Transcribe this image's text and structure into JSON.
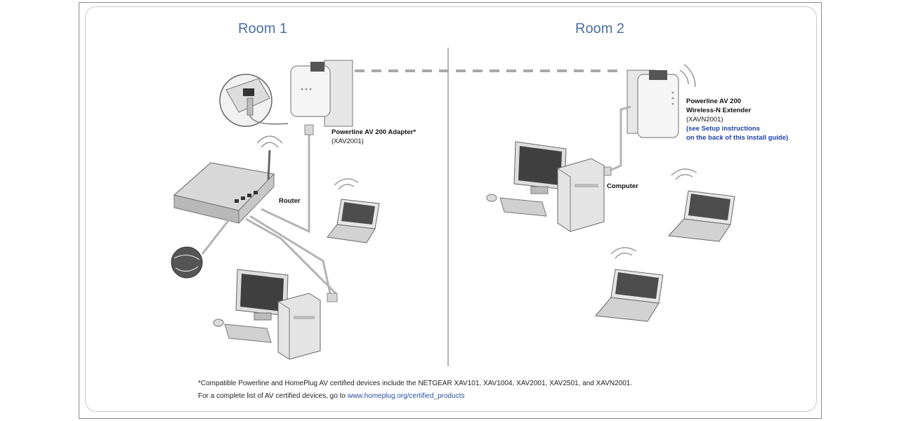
{
  "rooms": {
    "room1": "Room 1",
    "room2": "Room 2"
  },
  "labels": {
    "adapter_name": "Powerline AV 200 Adapter*",
    "adapter_model": "(XAV2001)",
    "router": "Router",
    "extender_line1": "Powerline AV 200",
    "extender_line2": "Wireless-N Extender",
    "extender_model": "(XAVN2001)",
    "setup_line1": "(see Setup instructions",
    "setup_line2": "on the back of this install guide)",
    "computer": "Computer"
  },
  "footnote": {
    "line1": "*Compatible Powerline and HomePlug AV certified devices include the NETGEAR XAV101, XAV1004, XAV2001, XAV2501, and XAVN2001.",
    "line2_prefix": "For a complete list of AV certified devices, go to ",
    "line2_link": "www.homeplug.org/certified_products"
  },
  "colors": {
    "room_title": "#4a6fa5",
    "setup_text": "#1e3fa8",
    "link": "#2a4fa0"
  }
}
